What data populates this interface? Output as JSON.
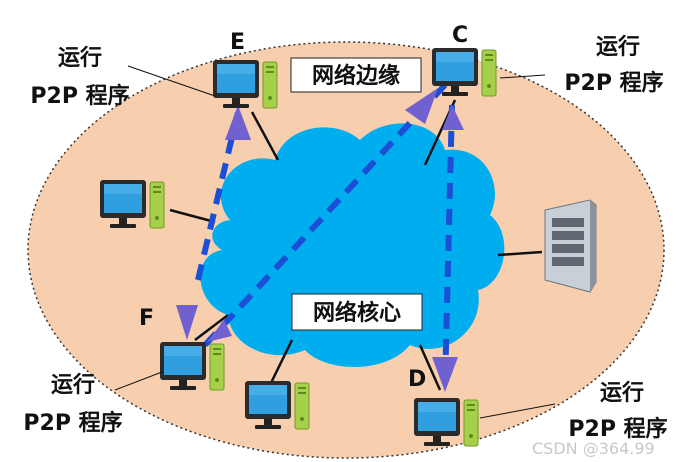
{
  "edge_label": "网络边缘",
  "core_label": "网络核心",
  "nodes": {
    "e": "E",
    "c": "C",
    "f": "F",
    "d": "D"
  },
  "callouts": {
    "e": {
      "line1": "运行",
      "line2": "P2P 程序"
    },
    "c": {
      "line1": "运行",
      "line2": "P2P 程序"
    },
    "f": {
      "line1": "运行",
      "line2": "P2P 程序"
    },
    "d": {
      "line1": "运行",
      "line2": "P2P 程序"
    }
  },
  "watermark": "CSDN @364.99",
  "colors": {
    "edge_fill": "#f8cfae",
    "cloud": "#00aeef",
    "monitor_screen": "#2a9fd8",
    "tower": "#a6d04a",
    "flow_arrow": "#6a5acd",
    "flow_dash": "#1a4fd6"
  }
}
